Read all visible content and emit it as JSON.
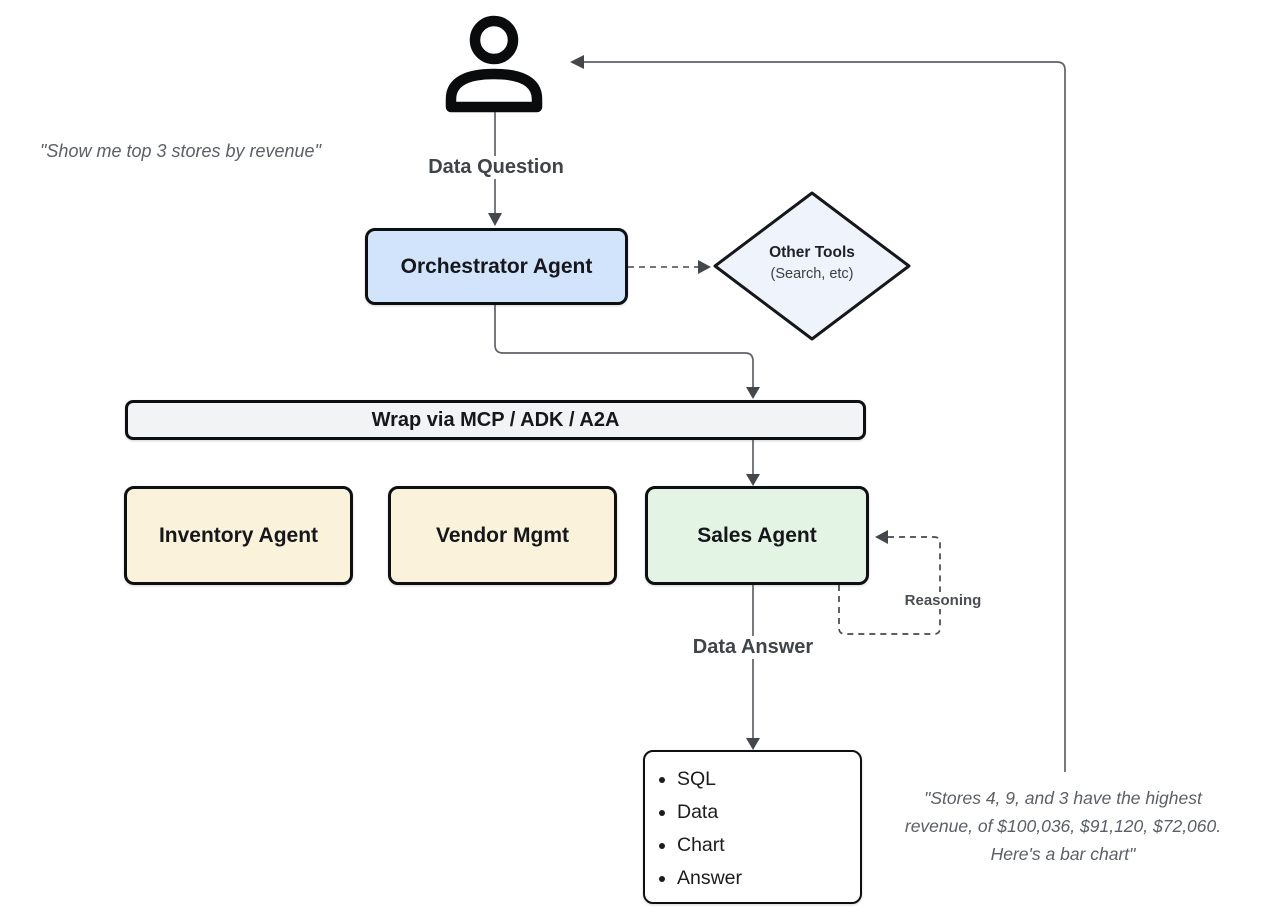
{
  "quotes": {
    "user": "\"Show me top 3 stores by revenue\"",
    "answer_lines": [
      "\"Stores 4, 9, and 3 have the highest",
      "revenue, of $100,036, $91,120, $72,060.",
      "Here's a bar chart\""
    ]
  },
  "labels": {
    "data_question": "Data Question",
    "data_answer": "Data Answer",
    "reasoning": "Reasoning"
  },
  "nodes": {
    "orchestrator": {
      "label": "Orchestrator Agent",
      "fill": "#d2e3fc"
    },
    "other_tools": {
      "title": "Other Tools",
      "subtitle": "(Search, etc)",
      "fill": "#eef3fc"
    },
    "wrap_bar": {
      "label": "Wrap via MCP / ADK / A2A",
      "fill": "#f2f3f4"
    },
    "inventory": {
      "label": "Inventory Agent",
      "fill": "#fbf2dc"
    },
    "vendor": {
      "label": "Vendor Mgmt",
      "fill": "#fbf2dc"
    },
    "sales": {
      "label": "Sales Agent",
      "fill": "#e3f4e4"
    },
    "output": {
      "items": [
        "SQL",
        "Data",
        "Chart",
        "Answer"
      ]
    }
  },
  "icons": {
    "user": "person-icon"
  },
  "colors": {
    "line": "#5f6368",
    "dashed_line": "#44474c",
    "arrowhead": "#44474c",
    "node_border": "#0d0f12",
    "label_text": "#3f4449",
    "quote_text": "#5b6066",
    "icon": "#0a0b0c"
  }
}
